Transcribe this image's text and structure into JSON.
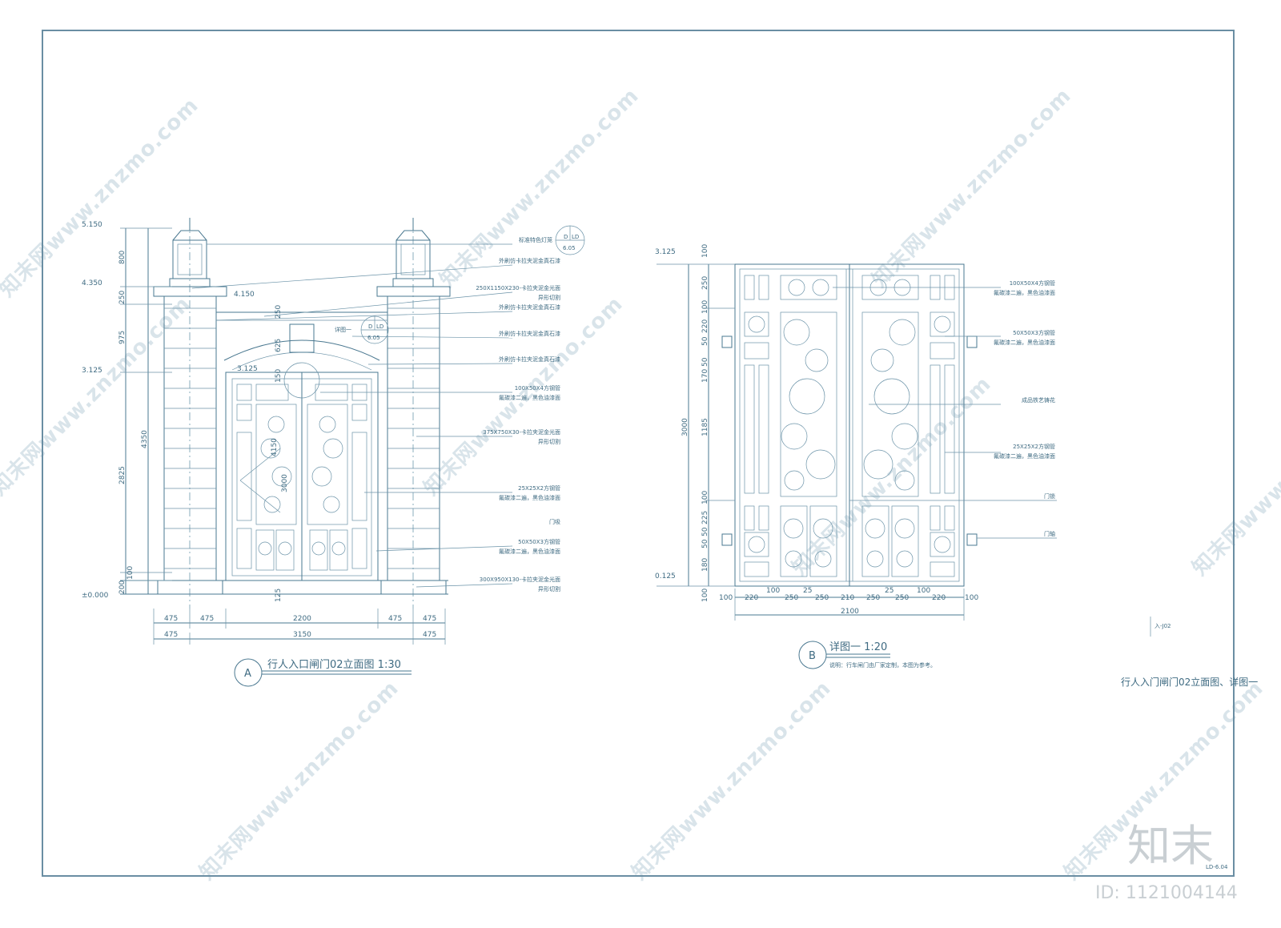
{
  "elevation_a": {
    "elevations": [
      "5.150",
      "4.350",
      "4.150",
      "3.125",
      "3.125",
      "±0.000"
    ],
    "vertical_dims_left": [
      "800",
      "250",
      "975",
      "2825",
      "4350",
      "200",
      "100"
    ],
    "vertical_dims_inner": [
      "625",
      "250",
      "4150",
      "3000",
      "150",
      "125"
    ],
    "horizontal_dims_row1": [
      "475",
      "475",
      "2200",
      "475",
      "475"
    ],
    "horizontal_dims_row2": [
      "475",
      "3150",
      "475"
    ],
    "callouts": [
      {
        "text": "标准特色灯笼",
        "sub": ""
      },
      {
        "text": "外刷仿卡拉夹泥金真石漆",
        "sub": ""
      },
      {
        "text": "250X1150X230-卡拉夹泥金光面",
        "sub": "异形切割"
      },
      {
        "text": "外刷仿卡拉夹泥金真石漆",
        "sub": ""
      },
      {
        "text": "外刷仿卡拉夹泥金真石漆",
        "sub": ""
      },
      {
        "text": "外刷仿卡拉夹泥金真石漆",
        "sub": ""
      },
      {
        "text": "100X50X4方钢管",
        "sub": "氟碳漆二遍，黑色油漆面"
      },
      {
        "text": "375X750X30-卡拉夹泥金光面",
        "sub": "异形切割"
      },
      {
        "text": "25X25X2方钢管",
        "sub": "氟碳漆二遍，黑色油漆面"
      },
      {
        "text": "门吸",
        "sub": ""
      },
      {
        "text": "50X50X3方钢管",
        "sub": "氟碳漆二遍，黑色油漆面"
      },
      {
        "text": "300X950X130-卡拉夹泥金光面",
        "sub": "异形切割"
      }
    ],
    "ref_top": {
      "letter": "D",
      "code": "LD",
      "sheet": "6.05"
    },
    "ref_detail": {
      "label": "详图一",
      "letter": "D",
      "code": "LD",
      "sheet": "6.05"
    },
    "title_letter": "A",
    "title_text": "行人入口闸门02立面图 1:30"
  },
  "detail_b": {
    "elevations": [
      "3.125",
      "0.125"
    ],
    "vertical_dims_outer": [
      "3000"
    ],
    "vertical_dims_inner": [
      "100",
      "250",
      "100",
      "220",
      "50",
      "50",
      "170",
      "1185",
      "100",
      "225",
      "50",
      "50",
      "180",
      "100"
    ],
    "horizontal_dims_row1": [
      "100",
      "220",
      "100",
      "250",
      "25",
      "250",
      "210",
      "250",
      "25",
      "250",
      "100",
      "220",
      "100"
    ],
    "horizontal_dims_row2": [
      "2100"
    ],
    "callouts": [
      {
        "text": "100X50X4方钢管",
        "sub": "氟碳漆二遍，黑色油漆面"
      },
      {
        "text": "50X50X3方钢管",
        "sub": "氟碳漆二遍，黑色油漆面"
      },
      {
        "text": "成品铁艺铸花",
        "sub": ""
      },
      {
        "text": "25X25X2方钢管",
        "sub": "氟碳漆二遍，黑色油漆面"
      },
      {
        "text": "门锁",
        "sub": ""
      },
      {
        "text": "门轴",
        "sub": ""
      }
    ],
    "title_letter": "B",
    "title_text": "详图一 1:20",
    "note": "说明：行车闸门由厂家定制，本图为参考。"
  },
  "sheet": {
    "small_label": "入-J02",
    "title": "行人入门闸门02立面图、详图一",
    "page_mark": "LD-6.04"
  },
  "watermark": {
    "text": "知末网www.znzmo.com",
    "brand": "知末",
    "id_label": "ID: 1121004144"
  },
  "colors": {
    "line": "#4a7890",
    "text": "#3f6b82",
    "watermark": "#d9e4ea",
    "brand": "#c9cfd3"
  }
}
